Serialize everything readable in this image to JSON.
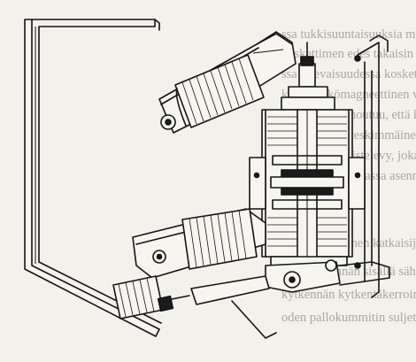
{
  "bleed_through": {
    "lines": [
      "ssa tukkisuuntaisuuksia myös elektroniikka",
      "koskettimen edes takaisin liikkeen kosketti",
      "ssa tulevaisuudessa kosketinelementti on asem",
      "kkyy sähkömagneettinen voima siirtää kosketi",
      "lauksessa kumoutuu, että katkaisu tapahtuu",
      "koskettimen keskimmäinen kosketinvarsi toimii",
      "ja tarvitaan eristelevy, joka tukee kosketin ele",
      "jossa pysyy samassa asennossa katkaisija eristetä",
      "itäyy varsinainen katkaisijaosa, joka toimii syr",
      "inan kytkennän sisällä sähkömagneettisella suojat",
      "kytkennän kytkentäkerroin saadaan koskettimista",
      "oden pallokummitin suljettuna sen eristysohjaimen"
    ]
  }
}
